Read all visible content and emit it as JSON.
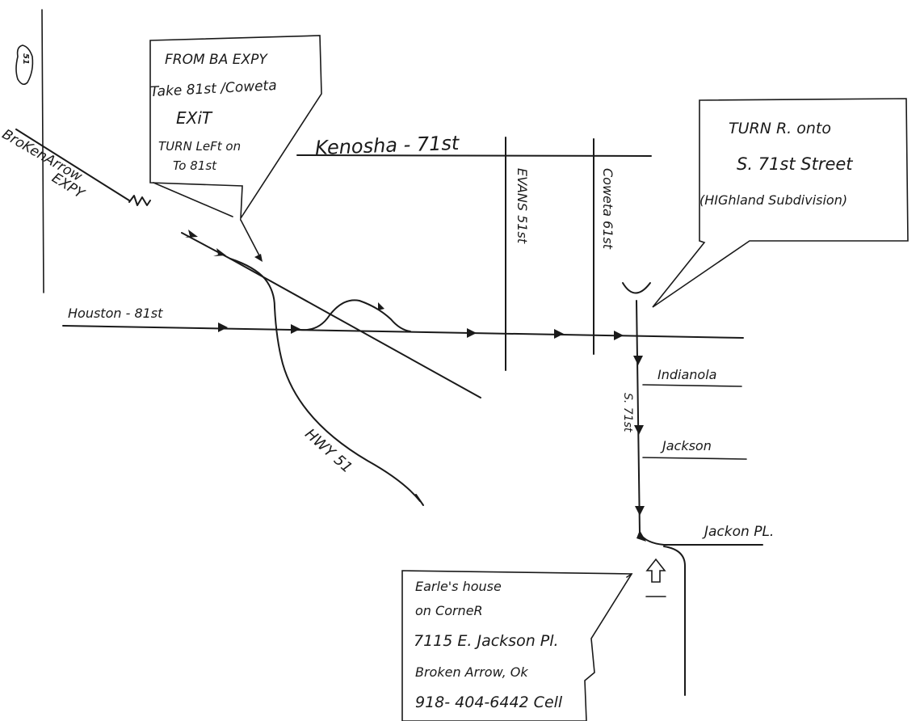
{
  "route_sign": {
    "text": "51"
  },
  "expressway": {
    "line1": "BroKenArrow",
    "line2": "EXPY"
  },
  "from_note": {
    "line1": "FROM BA EXPY",
    "line2": "Take 81st /Coweta",
    "line3": "EXiT",
    "line4": "TURN LeFt on",
    "line5": "To 81st"
  },
  "roads": {
    "kenosha": "Kenosha - 71st",
    "houston": "Houston - 81st",
    "evans": "EVANS 51st",
    "coweta": "Coweta 61st",
    "hwy51": "HWY 51",
    "indianola": "Indianola",
    "s71st": "S. 71st",
    "jackson": "Jackson",
    "jackson_pl": "Jackon PL."
  },
  "turn_note": {
    "line1": "TURN R. onto",
    "line2": "S. 71st Street",
    "line3": "(HIGhland Subdivision)"
  },
  "house_note": {
    "line1": "Earle's house",
    "line2": "on CorneR",
    "line3": "7115 E. Jackson Pl.",
    "line4": "Broken Arrow, Ok",
    "line5": "918- 404-6442 Cell"
  }
}
